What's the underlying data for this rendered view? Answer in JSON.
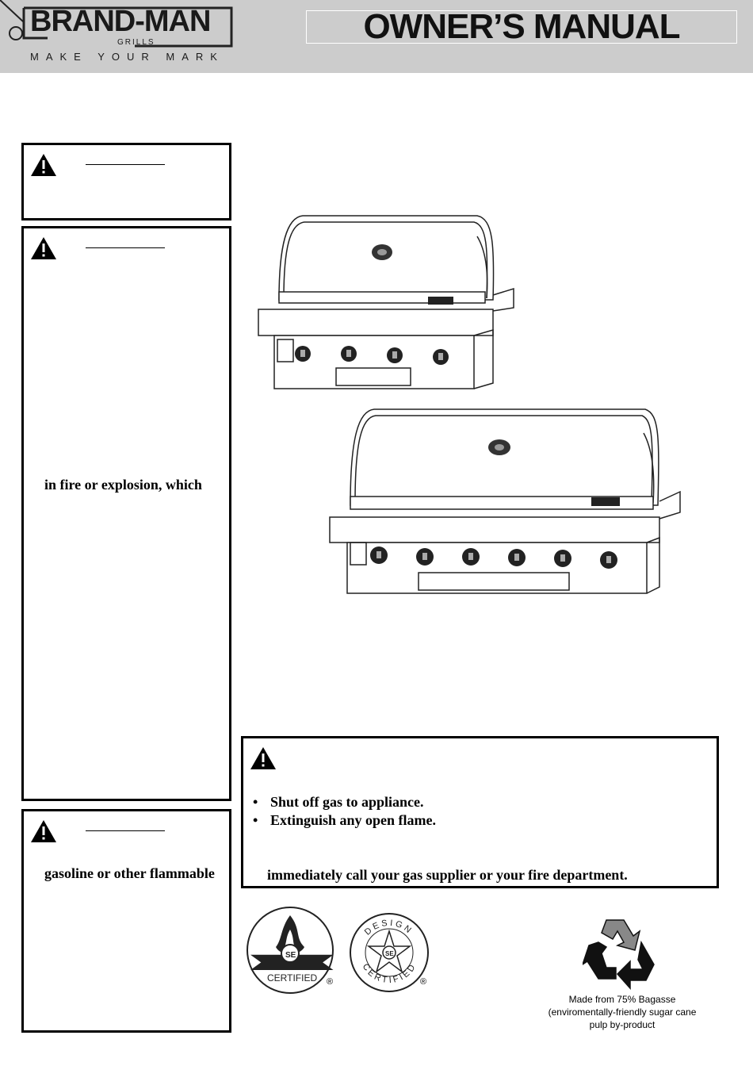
{
  "header": {
    "logo": {
      "brand": "BRAND-MAN",
      "sub": "GRILLS",
      "tagline": "MAKE YOUR MARK"
    },
    "title": "OWNER’S MANUAL"
  },
  "warning_boxes": {
    "box1": {},
    "box2": {
      "line1": "in fire or explosion, which"
    },
    "box3": {
      "line1": "gasoline or other flammable"
    }
  },
  "gas_warning": {
    "items": [
      "Shut off gas to appliance.",
      "Extinguish any open flame."
    ],
    "note": "immediately call your gas supplier or your  fire department."
  },
  "certifications": {
    "csa_label": "CERTIFIED",
    "design_top": "DESIGN",
    "design_bottom": "CERTIFIED",
    "mark": "SE",
    "registered": "®"
  },
  "recycle": {
    "lines": [
      "Made from 75% Bagasse",
      "(enviromentally-friendly sugar cane",
      "pulp by-product"
    ]
  }
}
